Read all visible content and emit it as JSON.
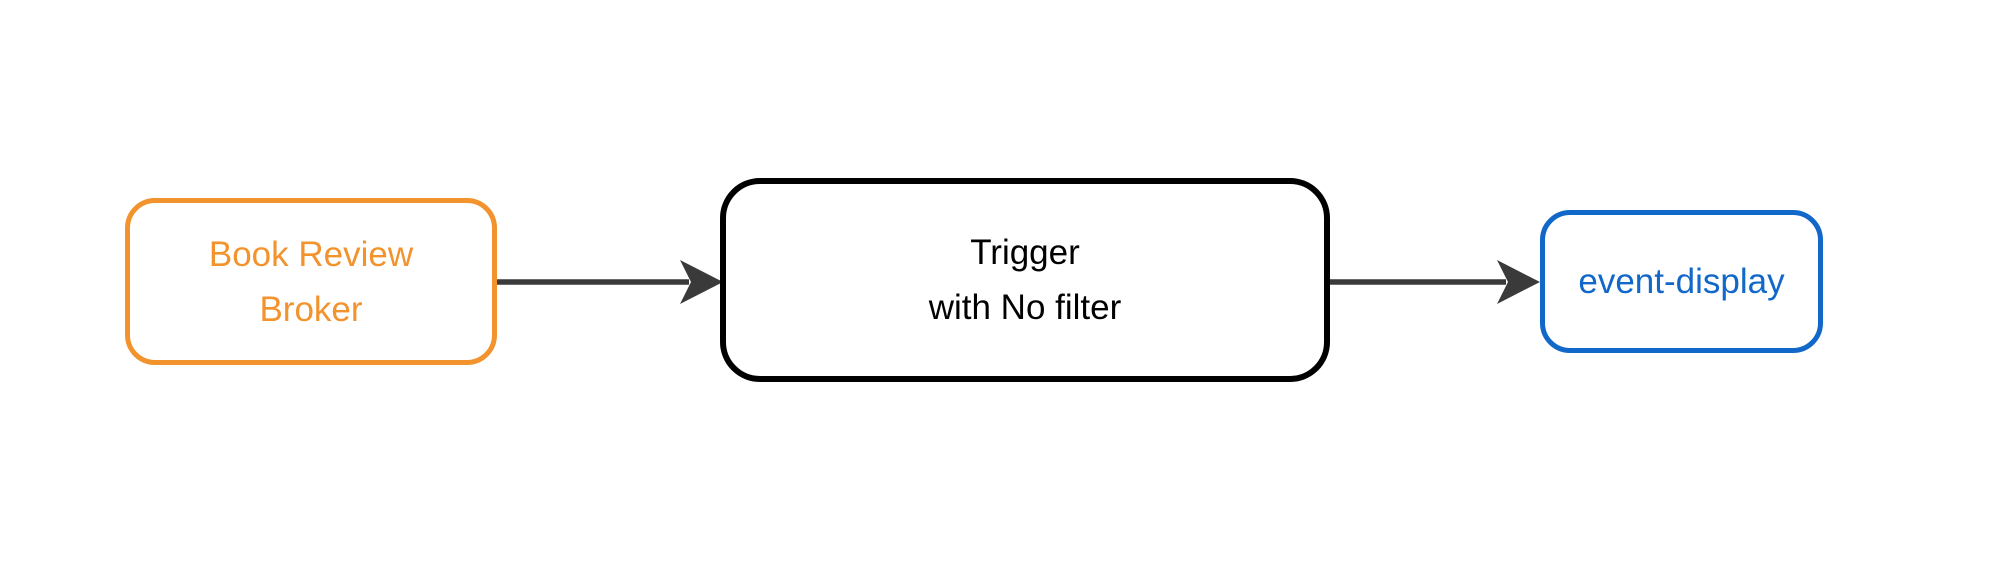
{
  "diagram": {
    "type": "flowchart",
    "direction": "left-to-right",
    "background_color": "#ffffff",
    "edge_color": "#3a3a3a",
    "nodes": [
      {
        "id": "book-review-broker",
        "label_lines": [
          "Book Review",
          "Broker"
        ],
        "color": "#f2932d",
        "shape": "rounded-rectangle"
      },
      {
        "id": "trigger-with-no-filter",
        "label_lines": [
          "Trigger",
          "with No filter"
        ],
        "color": "#000000",
        "shape": "rounded-rectangle"
      },
      {
        "id": "event-display",
        "label_lines": [
          "event-display"
        ],
        "color": "#1268c9",
        "shape": "rounded-rectangle"
      }
    ],
    "edges": [
      {
        "from": "book-review-broker",
        "to": "trigger-with-no-filter",
        "style": "arrow"
      },
      {
        "from": "trigger-with-no-filter",
        "to": "event-display",
        "style": "arrow"
      }
    ]
  }
}
